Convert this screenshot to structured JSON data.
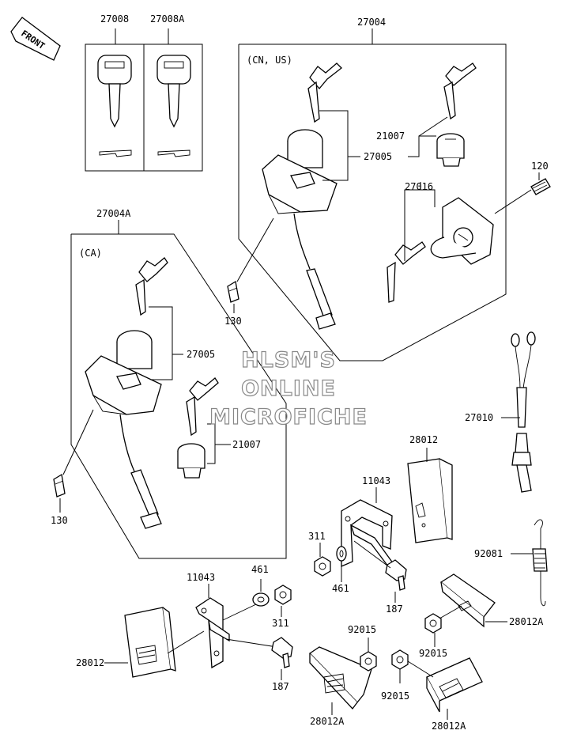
{
  "front_label": "FRONT",
  "region_labels": {
    "cn_us": "(CN, US)",
    "ca": "(CA)"
  },
  "watermark": [
    "HLSM'S",
    "ONLINE",
    "MICROFICHE"
  ],
  "part_numbers": {
    "p27008": "27008",
    "p27008a": "27008A",
    "p27004": "27004",
    "p27004a": "27004A",
    "p21007_top": "21007",
    "p27005_top": "27005",
    "p120": "120",
    "p27016": "27016",
    "p130_top": "130",
    "p27005_left": "27005",
    "p21007_left": "21007",
    "p130_left": "130",
    "p27010": "27010",
    "p28012_top": "28012",
    "p11043_top": "11043",
    "p311_top": "311",
    "p461_top": "461",
    "p187_top": "187",
    "p92081": "92081",
    "p28012a_right": "28012A",
    "p92015_right": "92015",
    "p11043_bottom": "11043",
    "p461_bottom": "461",
    "p311_bottom": "311",
    "p187_bottom": "187",
    "p28012_bottom": "28012",
    "p92015_mid": "92015",
    "p92015_bottom": "92015",
    "p28012a_mid": "28012A",
    "p28012a_bottom": "28012A"
  }
}
